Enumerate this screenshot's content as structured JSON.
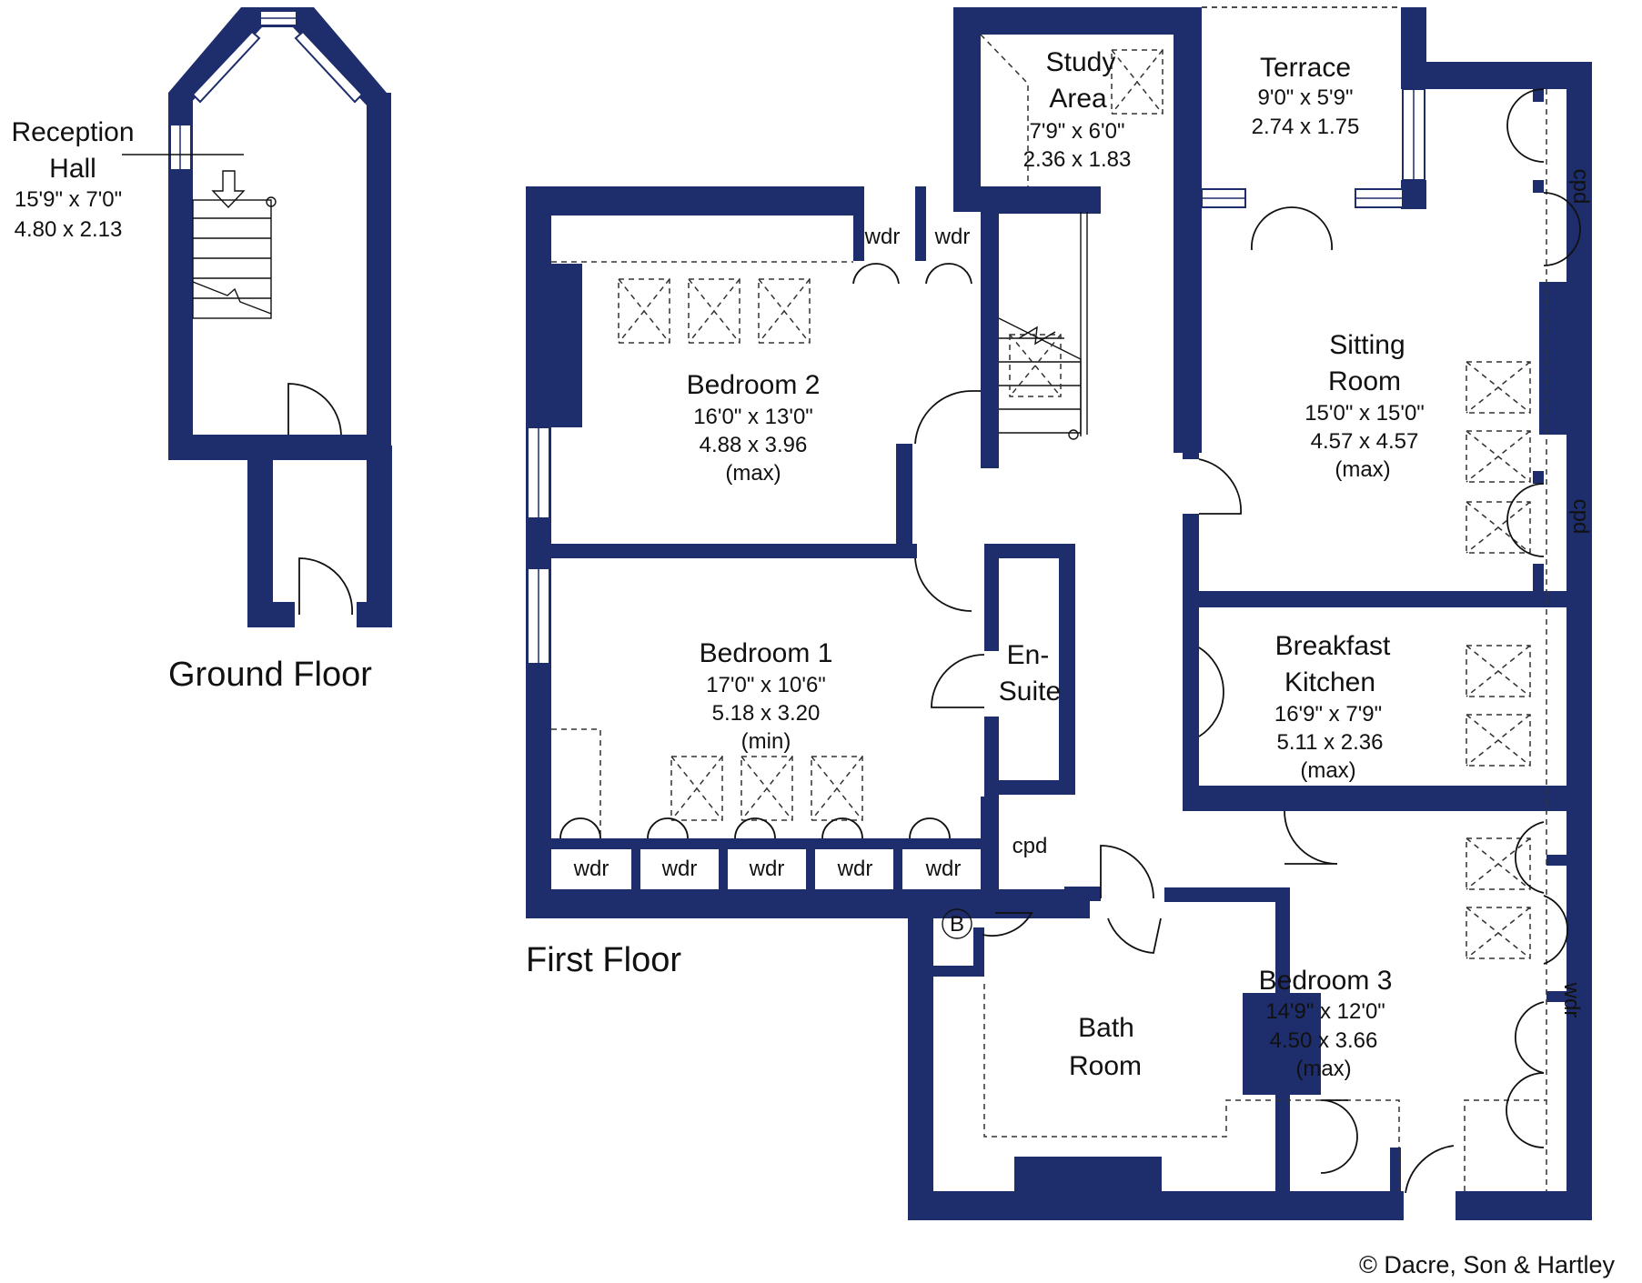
{
  "floors": {
    "ground": "Ground Floor",
    "first": "First Floor"
  },
  "rooms": {
    "reception": {
      "name1": "Reception",
      "name2": "Hall",
      "imperial": "15'9\"  x  7'0\"",
      "metric": "4.80  x  2.13"
    },
    "study": {
      "name1": "Study",
      "name2": "Area",
      "imperial": "7'9\"  x  6'0\"",
      "metric": "2.36  x  1.83"
    },
    "terrace": {
      "name1": "Terrace",
      "imperial": "9'0\"  x  5'9\"",
      "metric": "2.74  x  1.75"
    },
    "bedroom2": {
      "name1": "Bedroom 2",
      "imperial": "16'0\"  x  13'0\"",
      "metric": "4.88  x  3.96",
      "note": "(max)"
    },
    "sitting": {
      "name1": "Sitting",
      "name2": "Room",
      "imperial": "15'0\"  x  15'0\"",
      "metric": "4.57  x  4.57",
      "note": "(max)"
    },
    "bedroom1": {
      "name1": "Bedroom 1",
      "imperial": "17'0\"  x  10'6\"",
      "metric": "5.18  x  3.20",
      "note": "(min)"
    },
    "ensuite": {
      "name1": "En-",
      "name2": "Suite"
    },
    "kitchen": {
      "name1": "Breakfast",
      "name2": "Kitchen",
      "imperial": "16'9\"  x  7'9\"",
      "metric": "5.11  x  2.36",
      "note": "(max)"
    },
    "bath": {
      "name1": "Bath",
      "name2": "Room"
    },
    "bedroom3": {
      "name1": "Bedroom 3",
      "imperial": "14'9\"  x  12'0\"",
      "metric": "4.50  x  3.66",
      "note": "(max)"
    }
  },
  "labels": {
    "wdr": "wdr",
    "cpd": "cpd",
    "boiler": "B"
  },
  "copyright": "© Dacre, Son & Hartley",
  "colors": {
    "wall": "#1e2d6b",
    "background": "#ffffff"
  }
}
